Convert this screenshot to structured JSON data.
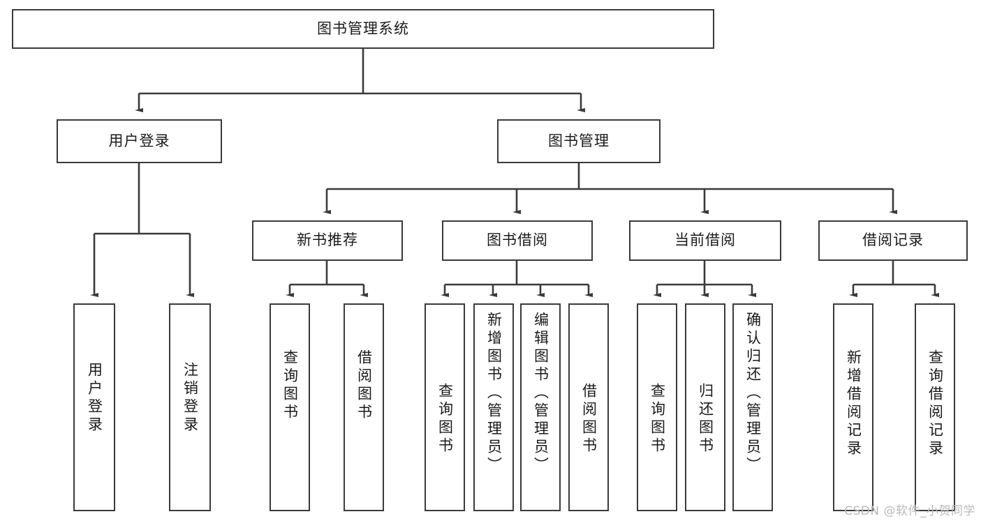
{
  "diagram": {
    "title": "图书管理系统",
    "type": "tree-hierarchy",
    "root": {
      "id": "root",
      "label": "图书管理系统"
    },
    "level1": [
      {
        "id": "user-login",
        "label": "用户登录"
      },
      {
        "id": "book-manage",
        "label": "图书管理"
      }
    ],
    "level2": [
      {
        "id": "new-book-recommend",
        "label": "新书推荐",
        "parent": "book-manage"
      },
      {
        "id": "book-borrow",
        "label": "图书借阅",
        "parent": "book-manage"
      },
      {
        "id": "current-borrow",
        "label": "当前借阅",
        "parent": "book-manage"
      },
      {
        "id": "borrow-record",
        "label": "借阅记录",
        "parent": "book-manage"
      }
    ],
    "leaves": {
      "user-login": [
        {
          "id": "leaf-user-login",
          "label": "用户登录"
        },
        {
          "id": "leaf-logout",
          "label": "注销登录"
        }
      ],
      "new-book-recommend": [
        {
          "id": "leaf-query-book-1",
          "label": "查询图书"
        },
        {
          "id": "leaf-borrow-book-1",
          "label": "借阅图书"
        }
      ],
      "book-borrow": [
        {
          "id": "leaf-query-book-2",
          "label": "查询图书"
        },
        {
          "id": "leaf-add-book",
          "label": "新增图书（管理员）"
        },
        {
          "id": "leaf-edit-book",
          "label": "编辑图书（管理员）"
        },
        {
          "id": "leaf-borrow-book-2",
          "label": "借阅图书"
        }
      ],
      "current-borrow": [
        {
          "id": "leaf-query-book-3",
          "label": "查询图书"
        },
        {
          "id": "leaf-return-book",
          "label": "归还图书"
        },
        {
          "id": "leaf-confirm-return",
          "label": "确认归还（管理员）"
        }
      ],
      "borrow-record": [
        {
          "id": "leaf-add-record",
          "label": "新增借阅记录"
        },
        {
          "id": "leaf-query-record",
          "label": "查询借阅记录"
        }
      ]
    },
    "colors": {
      "stroke": "#3a3a3a",
      "fill": "#ffffff",
      "text": "#1a1a1a",
      "watermark": "#b9b9b9"
    }
  },
  "watermark": {
    "text": "CSDN @软件_小贺同学"
  }
}
